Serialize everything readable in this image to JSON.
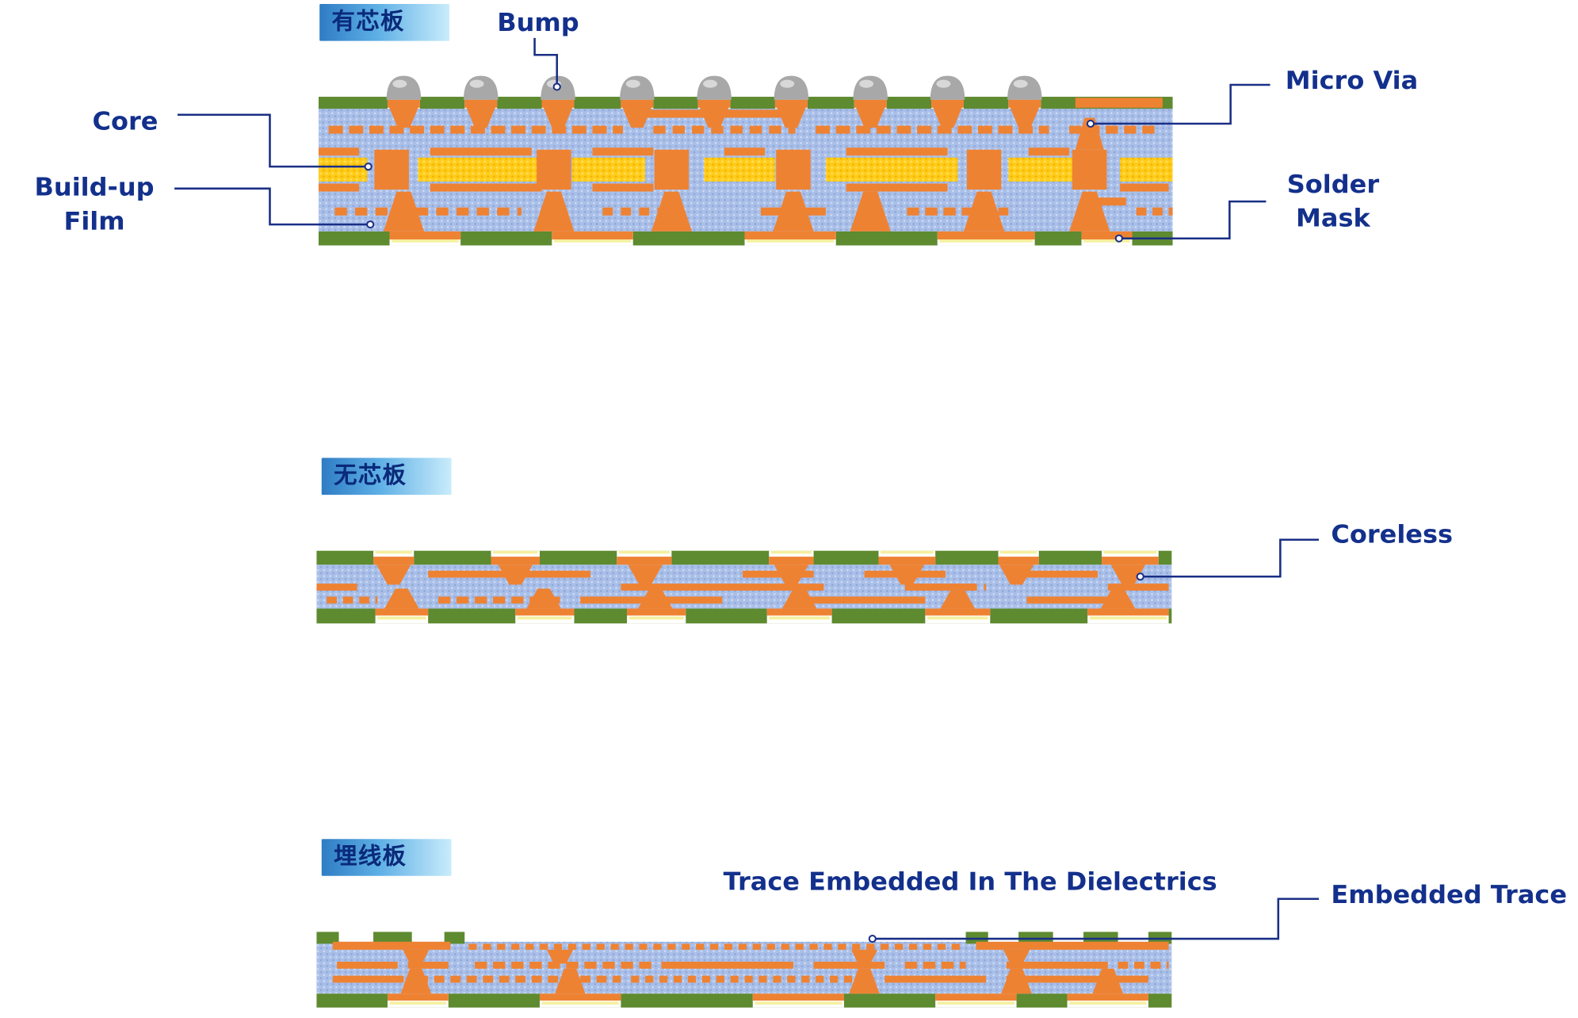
{
  "sections": [
    {
      "tag": "有芯板",
      "kind": "core"
    },
    {
      "tag": "无芯板",
      "kind": "coreless"
    },
    {
      "tag": "埋线板",
      "kind": "embedded"
    }
  ],
  "labels": {
    "bump": "Bump",
    "micro_via": "Micro Via",
    "core": "Core",
    "buildup_line1": "Build-up",
    "buildup_line2": "Film",
    "solder_line1": "Solder",
    "solder_line2": "Mask",
    "coreless": "Coreless",
    "trace_embedded": "Trace Embedded In The Dielectrics",
    "embedded_trace": "Embedded Trace"
  },
  "colors": {
    "solder_mask": "#5e8a30",
    "dielectric": "#a9bfe8",
    "copper": "#ee8233",
    "core": "#ffcc1a",
    "bump": "#a8a8a8",
    "surface_finish": "#f5f0a0",
    "leader": "#1a2f86",
    "label": "#13308c"
  }
}
